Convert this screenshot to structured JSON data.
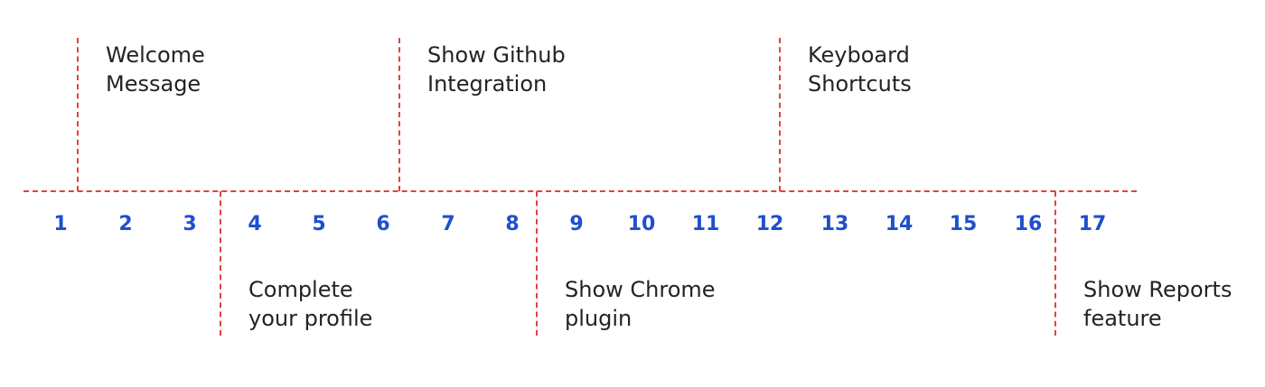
{
  "colors": {
    "dash_line": "#e0433f",
    "step_number": "#1f4fcf",
    "label_text": "#232323",
    "background": "#ffffff"
  },
  "steps": [
    "1",
    "2",
    "3",
    "4",
    "5",
    "6",
    "7",
    "8",
    "9",
    "10",
    "11",
    "12",
    "13",
    "14",
    "15",
    "16",
    "17"
  ],
  "milestones": {
    "welcome": "Welcome\nMessage",
    "complete_profile": "Complete\nyour profile",
    "github": "Show Github\nIntegration",
    "chrome": "Show Chrome\nplugin",
    "keyboard": "Keyboard\nShortcuts",
    "reports": "Show Reports\nfeature"
  }
}
